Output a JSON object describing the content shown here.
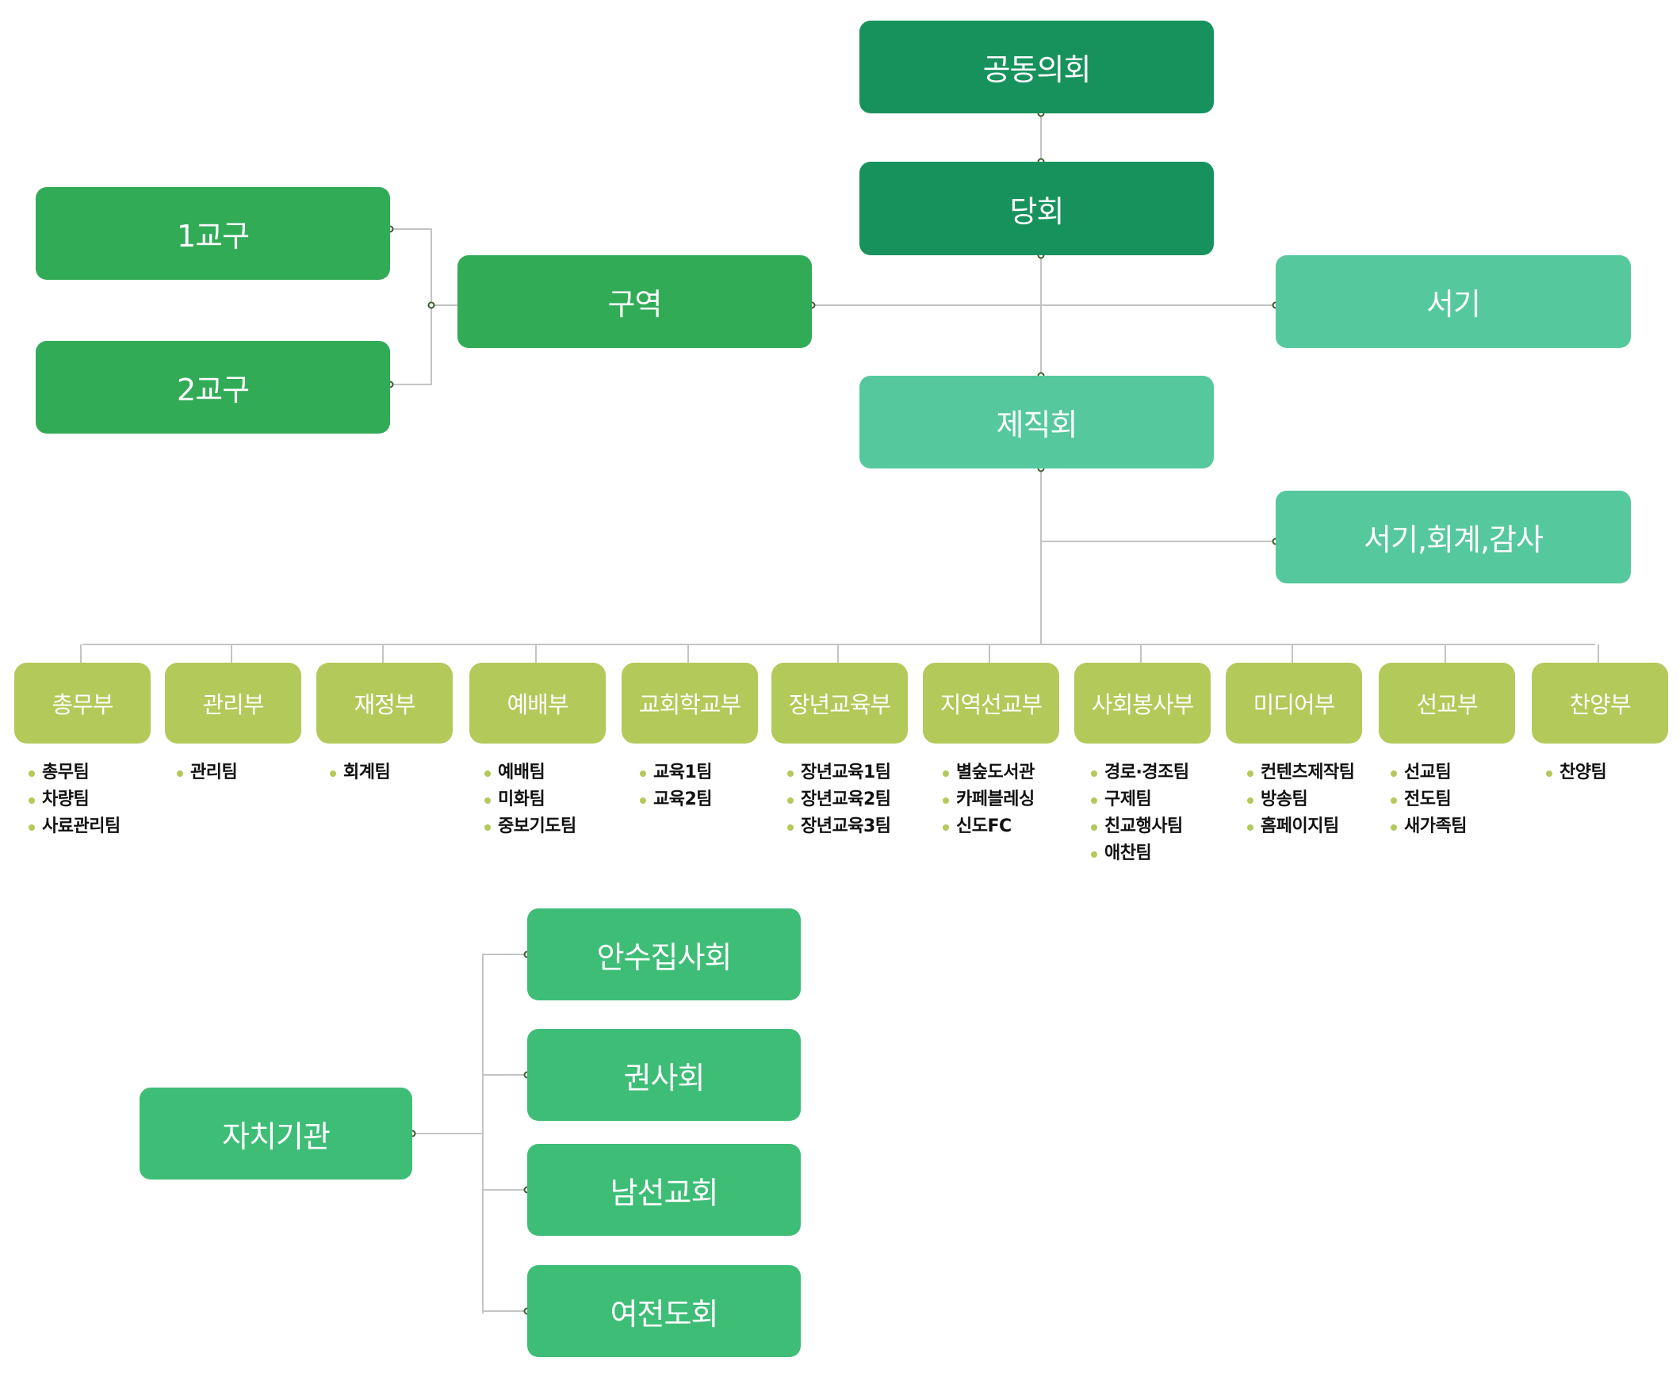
{
  "colors": {
    "top_council": "#18925c",
    "district": "#32ab57",
    "deacon_board": "#56c89e",
    "autonomous": "#3ebd77",
    "department": "#b3c95a",
    "connector": "#c4c4c4",
    "connector_dot": "#3d5a30"
  },
  "top": {
    "joint_assembly": "공동의회",
    "session": "당회",
    "district": "구역",
    "parish_1": "1교구",
    "parish_2": "2교구",
    "clerk": "서기",
    "deacon_board": "제직회",
    "deacon_officers": "서기,회계,감사"
  },
  "departments": [
    {
      "name": "총무부",
      "teams": [
        "총무팀",
        "차량팀",
        "사료관리팀"
      ]
    },
    {
      "name": "관리부",
      "teams": [
        "관리팀"
      ]
    },
    {
      "name": "재정부",
      "teams": [
        "회계팀"
      ]
    },
    {
      "name": "예배부",
      "teams": [
        "예배팀",
        "미화팀",
        "중보기도팀"
      ]
    },
    {
      "name": "교회학교부",
      "teams": [
        "교육1팀",
        "교육2팀"
      ]
    },
    {
      "name": "장년교육부",
      "teams": [
        "장년교육1팀",
        "장년교육2팀",
        "장년교육3팀"
      ]
    },
    {
      "name": "지역선교부",
      "teams": [
        "별숲도서관",
        "카페블레싱",
        "신도FC"
      ]
    },
    {
      "name": "사회봉사부",
      "teams": [
        "경로·경조팀",
        "구제팀",
        "친교행사팀",
        "애찬팀"
      ]
    },
    {
      "name": "미디어부",
      "teams": [
        "컨텐츠제작팀",
        "방송팀",
        "홈페이지팀"
      ]
    },
    {
      "name": "선교부",
      "teams": [
        "선교팀",
        "전도팀",
        "새가족팀"
      ]
    },
    {
      "name": "찬양부",
      "teams": [
        "찬양팀"
      ]
    }
  ],
  "autonomous": {
    "root": "자치기관",
    "children": [
      "안수집사회",
      "권사회",
      "남선교회",
      "여전도회"
    ]
  }
}
